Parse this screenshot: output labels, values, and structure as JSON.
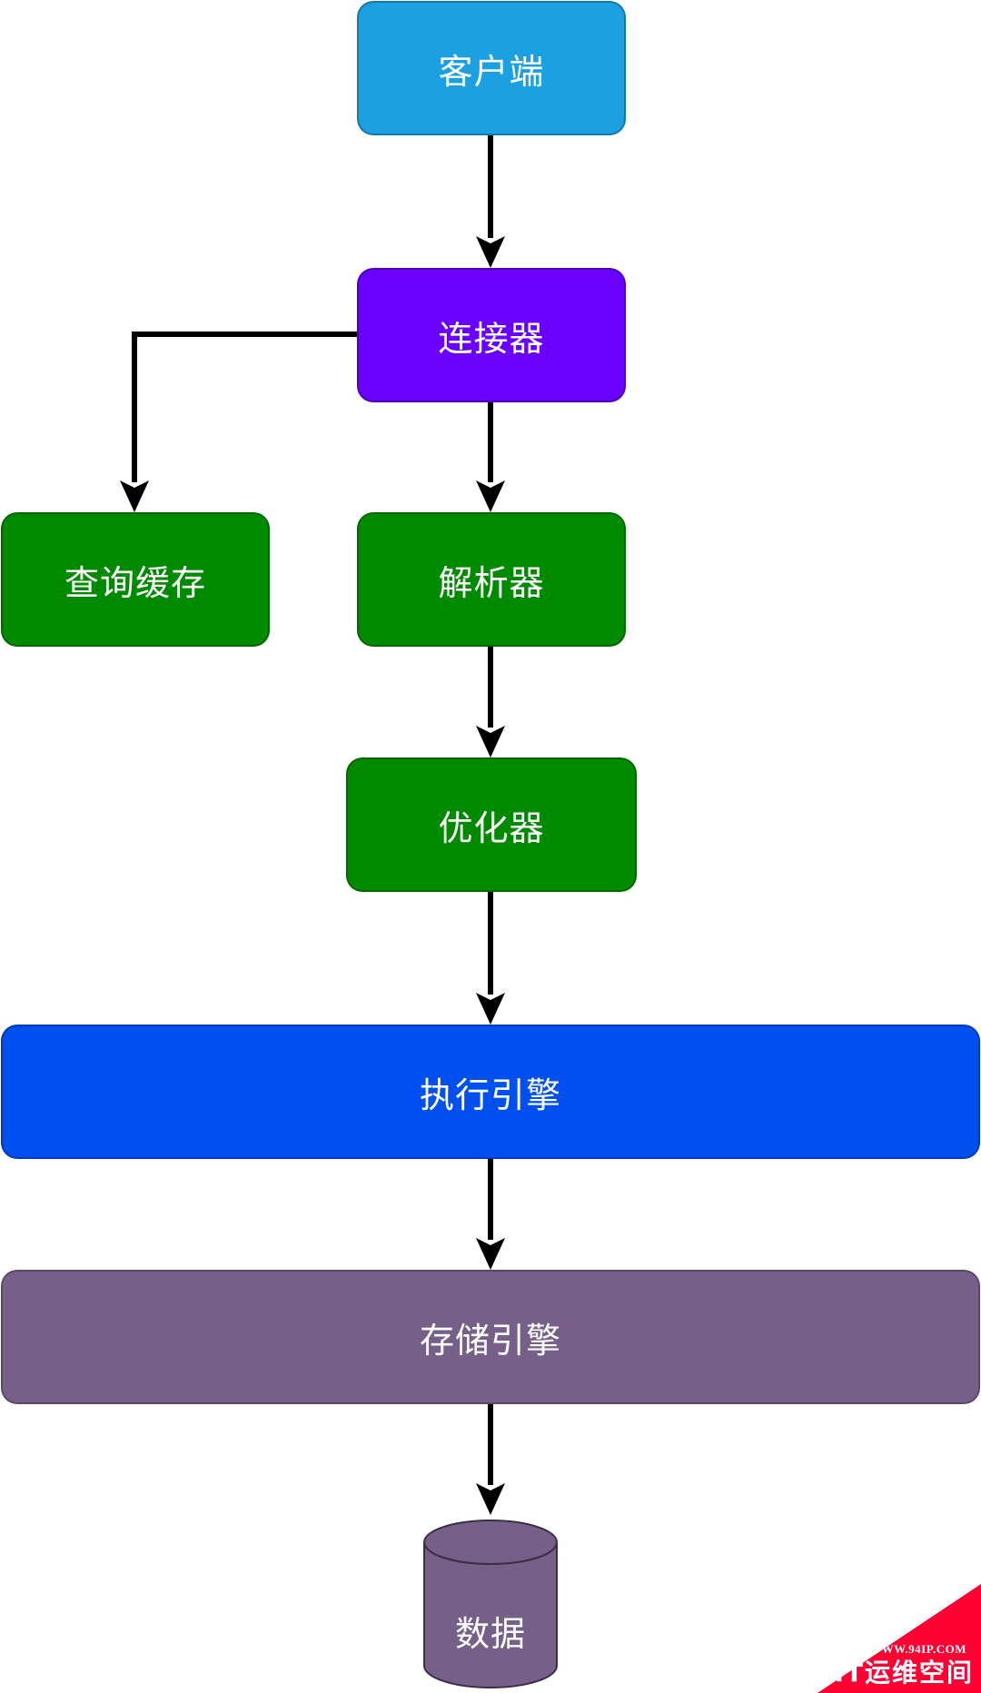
{
  "nodes": {
    "client": {
      "label": "客户端",
      "color": "#1ba1e2"
    },
    "connector": {
      "label": "连接器",
      "color": "#6a00ff"
    },
    "query_cache": {
      "label": "查询缓存",
      "color": "#008a00"
    },
    "parser": {
      "label": "解析器",
      "color": "#008a00"
    },
    "optimizer": {
      "label": "优化器",
      "color": "#008a00"
    },
    "executor": {
      "label": "执行引擎",
      "color": "#0050ef"
    },
    "storage": {
      "label": "存储引擎",
      "color": "#76608a"
    },
    "data": {
      "label": "数据",
      "color": "#76608a"
    }
  },
  "edges": [
    {
      "from": "client",
      "to": "connector"
    },
    {
      "from": "connector",
      "to": "query_cache"
    },
    {
      "from": "connector",
      "to": "parser"
    },
    {
      "from": "parser",
      "to": "optimizer"
    },
    {
      "from": "optimizer",
      "to": "executor"
    },
    {
      "from": "executor",
      "to": "storage"
    },
    {
      "from": "storage",
      "to": "data"
    }
  ],
  "watermark": {
    "url": "WWW.94IP.COM",
    "name": "IT运维空间",
    "color": "#ff0033"
  }
}
